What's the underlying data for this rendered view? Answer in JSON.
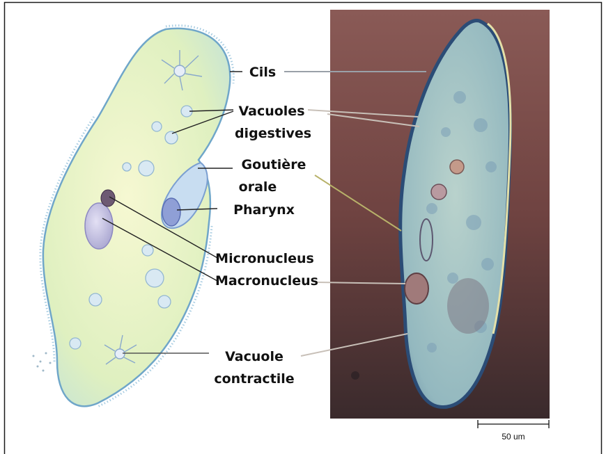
{
  "labels": {
    "cils": "Cils",
    "vacuoles_digestives": [
      "Vacuoles",
      "digestives"
    ],
    "gouttiere_orale": [
      "Goutière",
      "orale"
    ],
    "pharynx": "Pharynx",
    "micronucleus": "Micronucleus",
    "macronucleus": "Macronucleus",
    "vacuole_contractile": [
      "Vacuole",
      "contractile"
    ]
  },
  "scale_bar": "50 um",
  "colors": {
    "frame": "#1a1a1a",
    "cell_fill": "#e6f2c2",
    "cell_edge": "#7fb0cf",
    "photo_bg": "#7b4a47",
    "photo_cell": "#9cc0c4",
    "photo_edge": "#2e4f78"
  }
}
